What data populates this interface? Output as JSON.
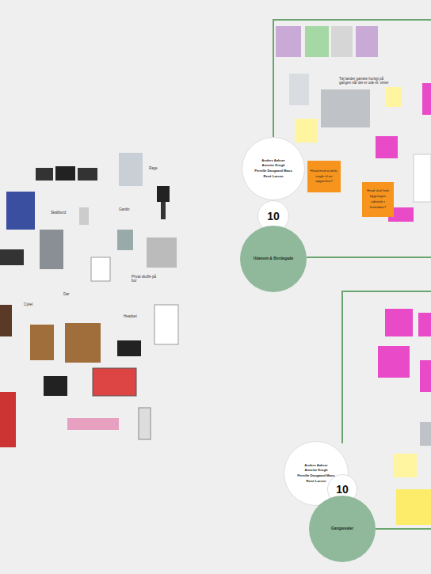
{
  "diagram": {
    "nodes": [
      {
        "text": [
          "Anders Aakser",
          "Annette Krogh",
          "Pernille Daugaard Maus",
          "René Larsen"
        ]
      },
      {
        "text": [
          "10"
        ]
      },
      {
        "text": [
          "Udenom & Bordegade"
        ]
      },
      {
        "text": [
          "Hvad med at dele, nogle til en opgørelse?"
        ]
      },
      {
        "text": [
          "Hvad skal hele bygningen udstråle i fremtiden?"
        ]
      },
      {
        "text": [
          "Anders Aakser",
          "Annette Krogh",
          "Pernille Daugaard Maus",
          "René Larsen"
        ]
      },
      {
        "text": [
          "10"
        ]
      },
      {
        "text": [
          "Gangarealer"
        ]
      }
    ],
    "labels": [
      "Rage",
      "Skabbord",
      "Gardin",
      "Privat skuffe på bur",
      "Cykel",
      "Dør",
      "Headset",
      "Tøj lander ganske hurtigt på gangen når det er ude el. vinter"
    ]
  }
}
